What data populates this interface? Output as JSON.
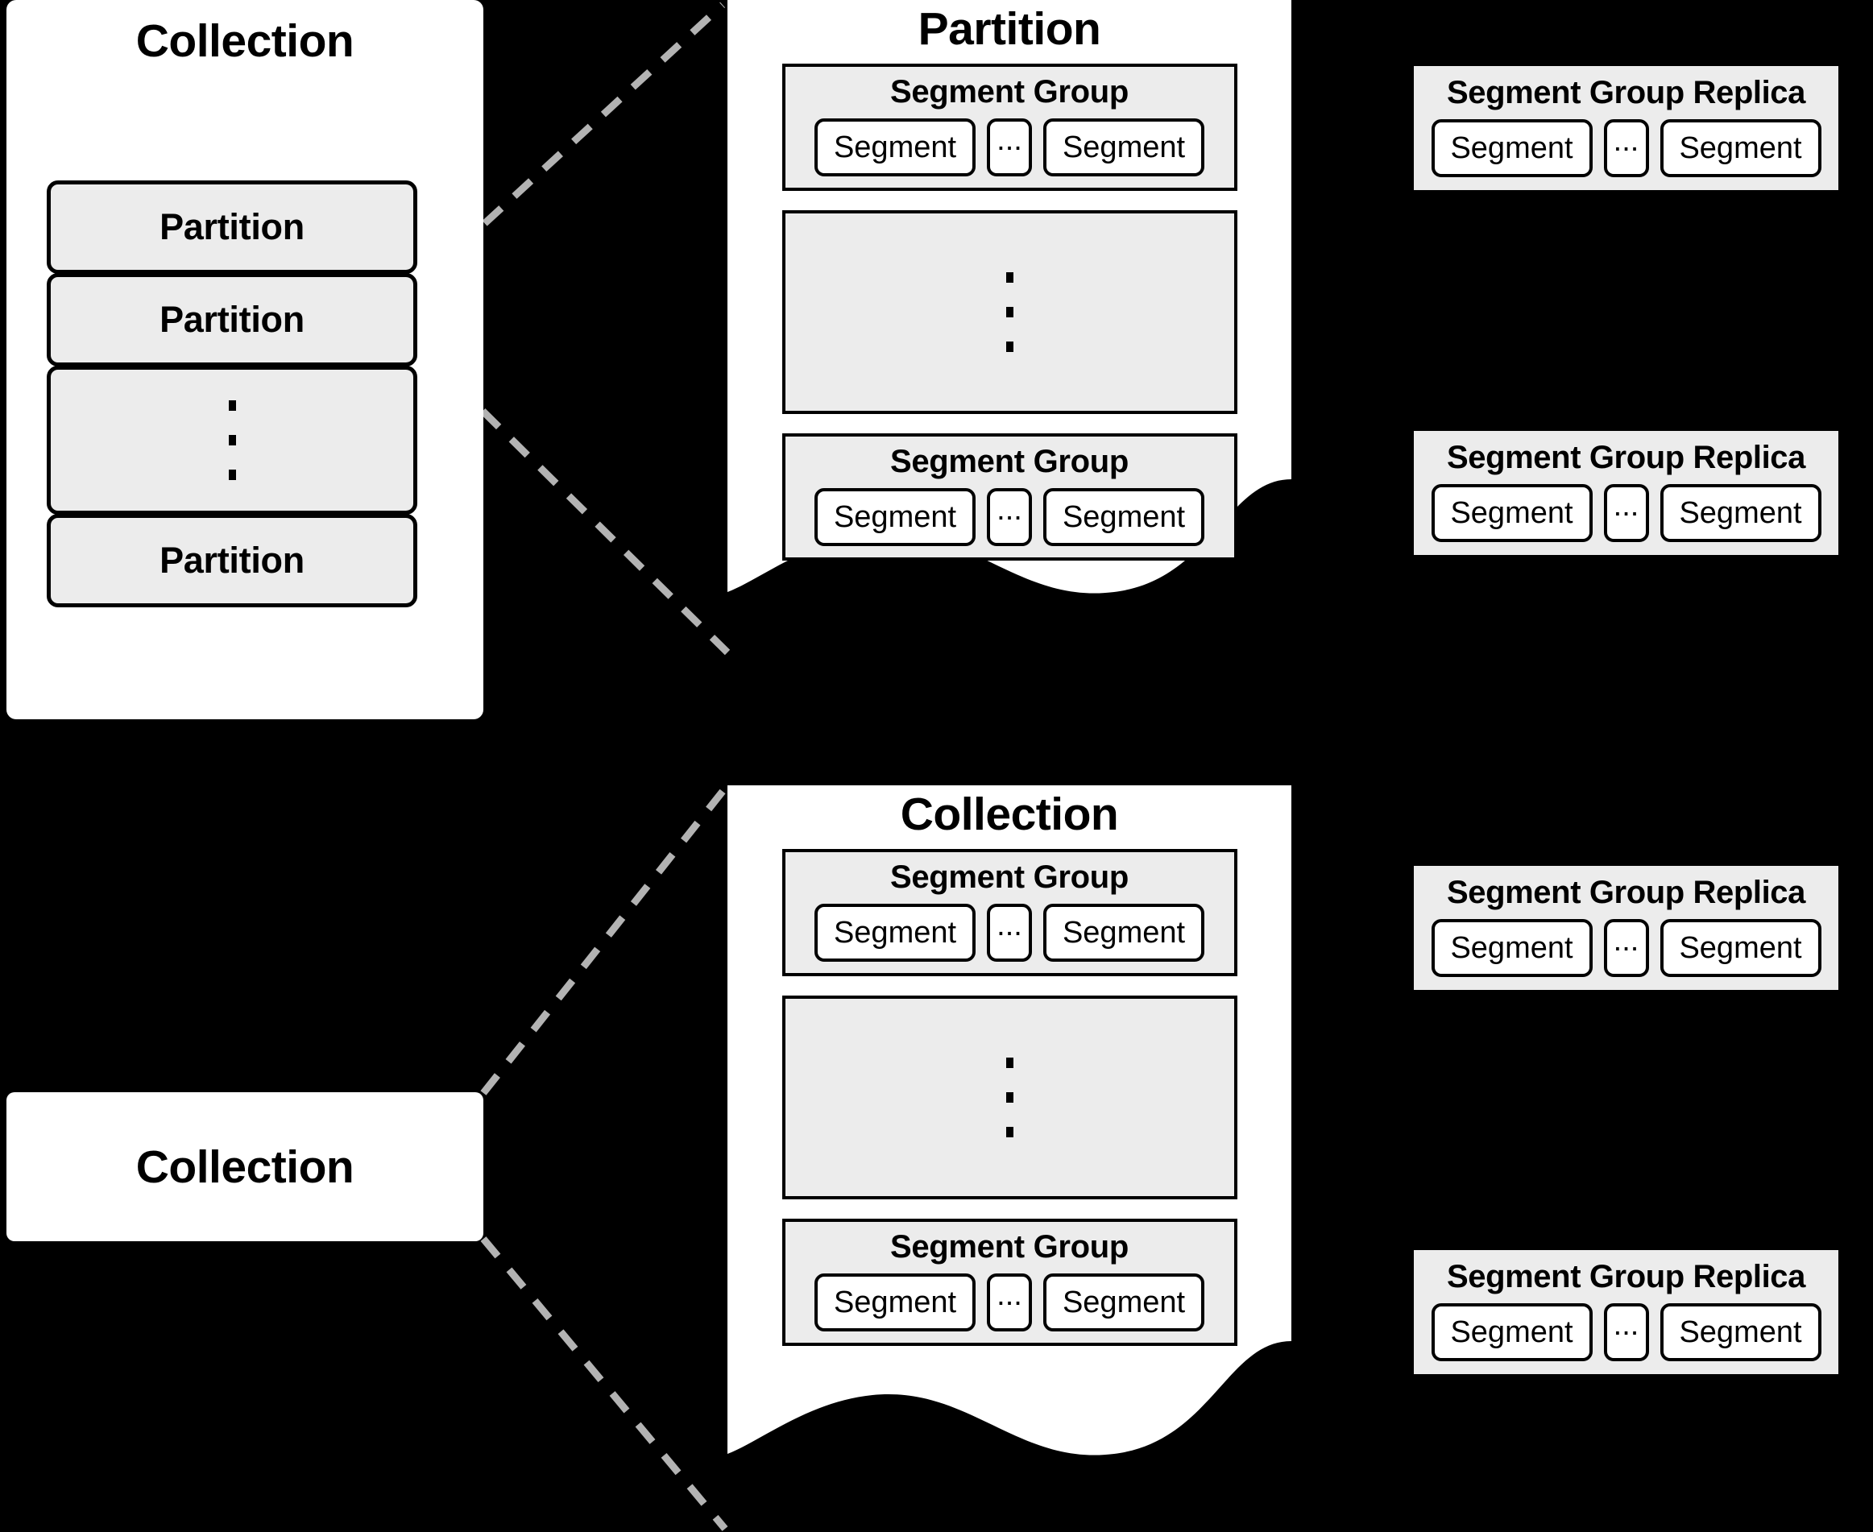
{
  "diagram": {
    "title_left_top": "Collection",
    "title_left_bottom": "Collection",
    "background_color": "#000000",
    "card_color": "#ffffff",
    "fill_color": "#ececec",
    "stroke_color": "#000000",
    "connector_color": "#b3b3b3"
  },
  "collection_box": {
    "title": "Collection",
    "partitions": [
      {
        "label": "Partition",
        "type": "item"
      },
      {
        "label": "Partition",
        "type": "item"
      },
      {
        "label": "",
        "type": "ellipsis"
      },
      {
        "label": "Partition",
        "type": "item"
      }
    ]
  },
  "collection_label_box": {
    "title": "Collection"
  },
  "panels": [
    {
      "id": "panel-partition",
      "title": "Partition",
      "segment_groups": [
        {
          "title": "Segment Group",
          "segments": [
            "Segment",
            "...",
            "Segment"
          ]
        },
        {
          "title": "Segment Group",
          "segments": [
            "Segment",
            "...",
            "Segment"
          ]
        }
      ],
      "gap_marker": "vertical-ellipsis"
    },
    {
      "id": "panel-collection",
      "title": "Collection",
      "segment_groups": [
        {
          "title": "Segment Group",
          "segments": [
            "Segment",
            "...",
            "Segment"
          ]
        },
        {
          "title": "Segment Group",
          "segments": [
            "Segment",
            "...",
            "Segment"
          ]
        }
      ],
      "gap_marker": "vertical-ellipsis"
    }
  ],
  "replicas": [
    {
      "title": "Segment Group Replica",
      "segments": [
        "Segment",
        "...",
        "Segment"
      ]
    },
    {
      "title": "Segment Group Replica",
      "segments": [
        "Segment",
        "...",
        "Segment"
      ]
    },
    {
      "title": "Segment Group Replica",
      "segments": [
        "Segment",
        "...",
        "Segment"
      ]
    },
    {
      "title": "Segment Group Replica",
      "segments": [
        "Segment",
        "...",
        "Segment"
      ]
    }
  ],
  "segment_labels": {
    "segment": "Segment",
    "ellipsis": "..."
  }
}
